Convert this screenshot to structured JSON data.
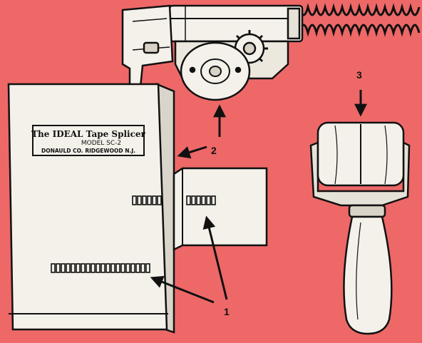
{
  "background_color": "#ee6868",
  "ink_color": "#111111",
  "paper_color": "#f4f1ea",
  "nameplate": {
    "line1": "The IDEAL Tape Splicer",
    "line2": "MODEL SC-2",
    "line3": "DONAULD CO.   RIDGEWOOD N.J."
  },
  "callouts": {
    "one": "1",
    "two": "2",
    "three": "3"
  }
}
